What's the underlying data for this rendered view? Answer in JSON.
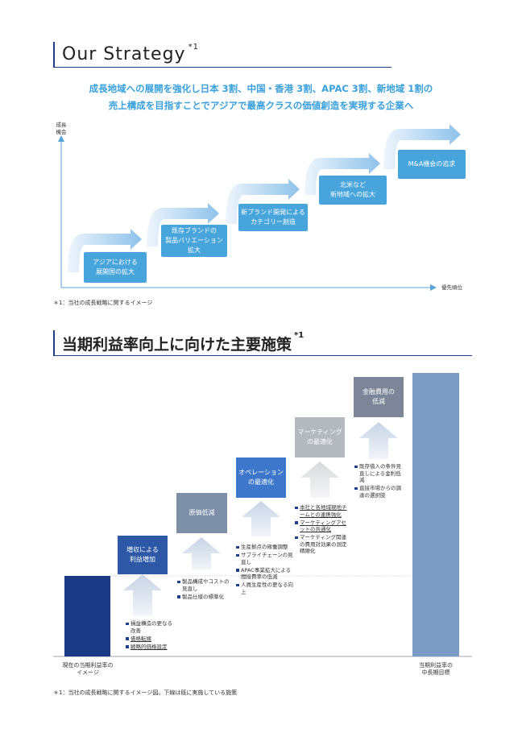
{
  "strategy": {
    "title": "Our Strategy",
    "title_mark": "*1",
    "lead_lines": [
      "成長地域への展開を強化し日本 3割、中国・香港 3割、APAC 3割、新地域 1割の",
      "売上構成を目指すことでアジアで最高クラスの価値創造を実現する企業へ"
    ],
    "y_axis_label": [
      "成長",
      "機会"
    ],
    "x_axis_label": "優先順位",
    "steps": [
      {
        "lines": [
          "アジアにおける",
          "展開国の拡大"
        ]
      },
      {
        "lines": [
          "既存ブランドの",
          "製品バリエーション",
          "拡大"
        ]
      },
      {
        "lines": [
          "新ブランド開発による",
          "カテゴリー創造"
        ]
      },
      {
        "lines": [
          "北米など",
          "新地域への拡大"
        ]
      },
      {
        "lines": [
          "M&A機会の追求"
        ]
      }
    ],
    "note": "＊1：当社の成長戦略に関するイメージ"
  },
  "measures": {
    "title": "当期利益率向上に向けた主要施策",
    "title_mark": "*1",
    "start_label": [
      "現在の当期利益率の",
      "イメージ"
    ],
    "end_label": [
      "当期利益率の",
      "中長期目標"
    ],
    "steps": [
      {
        "label": [
          "増収による",
          "利益増加"
        ],
        "color": "#2d58a6",
        "items": [
          {
            "text": "損益構造の更なる改善",
            "u": false
          },
          {
            "text": "価格転嫁",
            "u": true
          },
          {
            "text": "戦略的価格設定",
            "u": true
          }
        ]
      },
      {
        "label": [
          "原価低減"
        ],
        "color": "#7e8fa8",
        "items": [
          {
            "text": "製品構成やコストの見直し",
            "u": false
          },
          {
            "text": "製品仕様の標準化",
            "u": false
          }
        ]
      },
      {
        "label": [
          "オペレーション",
          "の最適化"
        ],
        "color": "#3d77cc",
        "items": [
          {
            "text": "生産拠点の稼働調整",
            "u": false
          },
          {
            "text": "サプライチェーンの見直し",
            "u": false
          },
          {
            "text": "APAC事業拡大による間接費率の低減",
            "u": false
          },
          {
            "text": "人員生産性の更なる向上",
            "u": false
          }
        ]
      },
      {
        "label": [
          "マーケティング",
          "の最適化"
        ],
        "color": "#b4b9c0",
        "items": [
          {
            "text": "本社と各地域現地チームとの連携強化",
            "u": true
          },
          {
            "text": "マーケティングアセットの共通化",
            "u": true
          },
          {
            "text": "マーケティング関連の費用対効果の測定精緻化",
            "u": false
          }
        ]
      },
      {
        "label": [
          "金融費用の",
          "低減"
        ],
        "color": "#7d8698",
        "items": [
          {
            "text": "既存借入の条件見直しによる金利低減",
            "u": false
          },
          {
            "text": "直接市場からの調達の選択肢",
            "u": false
          }
        ]
      }
    ],
    "note": "＊1：当社の成長戦略に関するイメージ図。下線は既に実施している施策"
  }
}
